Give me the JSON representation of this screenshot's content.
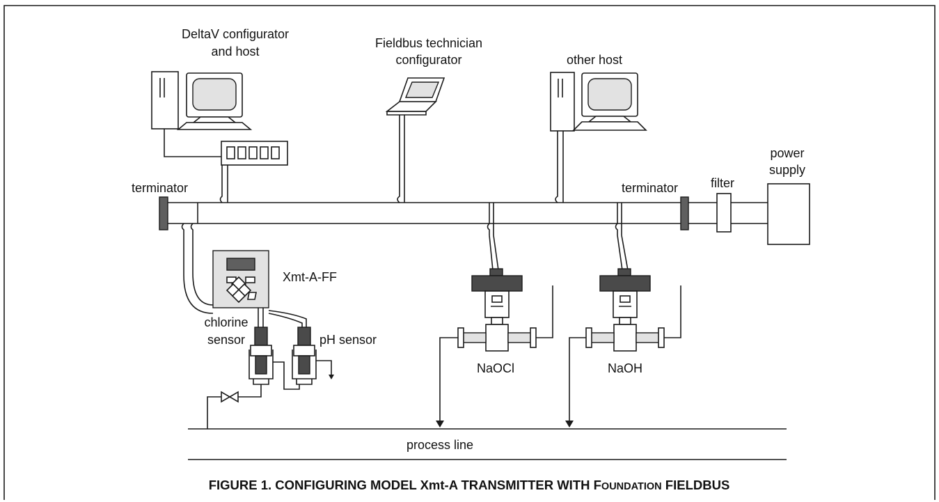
{
  "labels": {
    "deltav_line1": "DeltaV configurator",
    "deltav_line2": "and host",
    "technician_line1": "Fieldbus technician",
    "technician_line2": "configurator",
    "other_host": "other host",
    "power_line1": "power",
    "power_line2": "supply",
    "terminator_left": "terminator",
    "terminator_right": "terminator",
    "filter": "filter",
    "transmitter": "Xmt-A-FF",
    "chlorine_line1": "chlorine",
    "chlorine_line2": "sensor",
    "ph_sensor": "pH sensor",
    "naocl": "NaOCl",
    "naoh": "NaOH",
    "process_line": "process line"
  },
  "caption": {
    "part1": "FIGURE 1. CONFIGURING MODEL Xmt-A TRANSMITTER WITH F",
    "part2": "OUNDATION",
    "part3": " FIELDBUS"
  },
  "colors": {
    "line": "#1a1a1a",
    "light_fill": "#e2e2e2",
    "medium_fill": "#bdbdbd",
    "dark_fill": "#5f5f5f"
  }
}
